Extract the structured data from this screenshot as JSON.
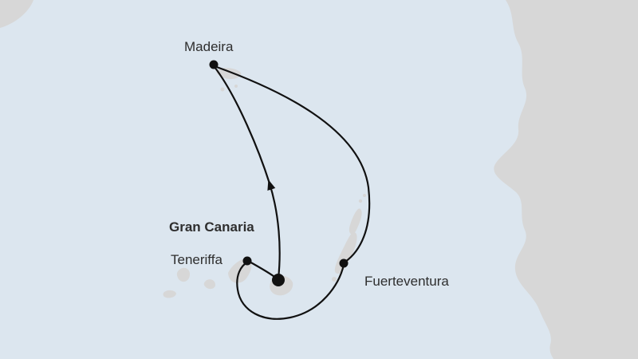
{
  "map": {
    "type": "cruise-route-map",
    "ports": {
      "madeira": {
        "label": "Madeira"
      },
      "gran_canaria": {
        "label": "Gran Canaria",
        "highlighted": true
      },
      "teneriffa": {
        "label": "Teneriffa"
      },
      "fuerteventura": {
        "label": "Fuerteventura"
      }
    },
    "route": {
      "segments": [
        {
          "from": "Gran Canaria",
          "to": "Madeira",
          "direction_arrow": true
        },
        {
          "from": "Madeira",
          "to": "Fuerteventura"
        },
        {
          "from": "Fuerteventura",
          "to": "Teneriffa",
          "via": "southern loop"
        },
        {
          "from": "Teneriffa",
          "to": "Gran Canaria"
        }
      ]
    },
    "landmasses": [
      "africa-coast",
      "madeira-island",
      "la-palma",
      "la-gomera",
      "el-hierro",
      "teneriffa-island",
      "gran-canaria-island",
      "fuerteventura-island",
      "lanzarote-island"
    ],
    "colors": {
      "sea": "#dce6ef",
      "land": "#d7d7d7",
      "route": "#111111",
      "label": "#2e2e2e"
    }
  }
}
